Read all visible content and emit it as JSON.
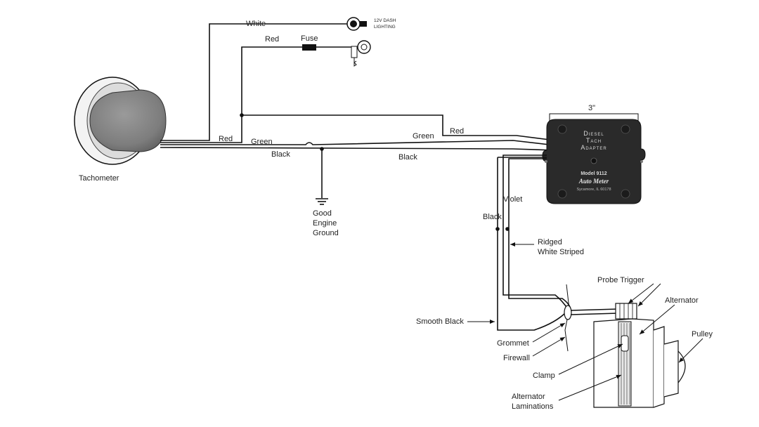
{
  "labels": {
    "white": "White",
    "red_top": "Red",
    "fuse": "Fuse",
    "dash_lighting_line1": "12V DASH",
    "dash_lighting_line2": "LIGHTING",
    "tachometer": "Tachometer",
    "red_left": "Red",
    "green_left": "Green",
    "black_left": "Black",
    "green_right": "Green",
    "red_right": "Red",
    "black_right": "Black",
    "ground_line1": "Good",
    "ground_line2": "Engine",
    "ground_line3": "Ground",
    "dim_3in": "3\"",
    "violet": "Violet",
    "black_vertical": "Black",
    "ridged_line1": "Ridged",
    "ridged_line2": "White Striped",
    "smooth_black": "Smooth Black",
    "probe_trigger": "Probe Trigger",
    "alternator": "Alternator",
    "pulley": "Pulley",
    "grommet": "Grommet",
    "firewall": "Firewall",
    "clamp": "Clamp",
    "laminations_line1": "Alternator",
    "laminations_line2": "Laminations"
  },
  "adapter": {
    "title_line1": "Diesel",
    "title_line2": "Tach",
    "title_line3": "Adapter",
    "model": "Model 9112",
    "brand": "Auto Meter",
    "location": "Sycamore, IL  60178",
    "color": "#2a2a2a"
  },
  "colors": {
    "wire": "#111111",
    "tach_body": "#8a8a8a",
    "tach_bezel": "#f2f2f2"
  }
}
